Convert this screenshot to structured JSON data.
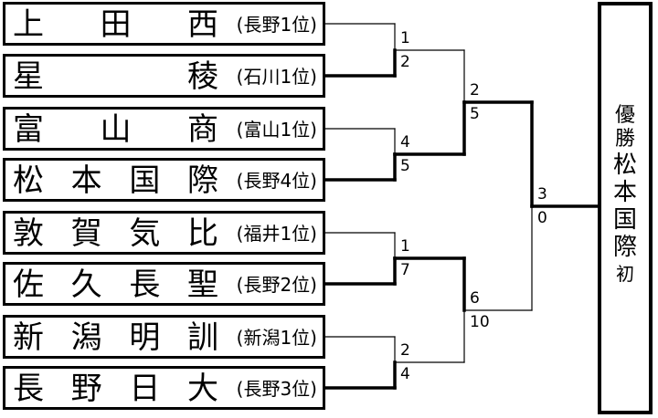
{
  "teams": [
    {
      "name": "上田西",
      "pref": "(長野1位)",
      "glyphs": [
        "上",
        "田",
        "西"
      ]
    },
    {
      "name": "星稜",
      "pref": "(石川1位)",
      "glyphs": [
        "星",
        "稜"
      ]
    },
    {
      "name": "富山商",
      "pref": "(富山1位)",
      "glyphs": [
        "富",
        "山",
        "商"
      ]
    },
    {
      "name": "松本国際",
      "pref": "(長野4位)",
      "glyphs": [
        "松",
        "本",
        "国",
        "際"
      ]
    },
    {
      "name": "敦賀気比",
      "pref": "(福井1位)",
      "glyphs": [
        "敦",
        "賀",
        "気",
        "比"
      ]
    },
    {
      "name": "佐久長聖",
      "pref": "(長野2位)",
      "glyphs": [
        "佐",
        "久",
        "長",
        "聖"
      ]
    },
    {
      "name": "新潟明訓",
      "pref": "(新潟1位)",
      "glyphs": [
        "新",
        "潟",
        "明",
        "訓"
      ]
    },
    {
      "name": "長野日大",
      "pref": "(長野3位)",
      "glyphs": [
        "長",
        "野",
        "日",
        "大"
      ]
    }
  ],
  "round1": [
    {
      "top": "1",
      "bottom": "2",
      "winner": "bottom"
    },
    {
      "top": "4",
      "bottom": "5",
      "winner": "bottom"
    },
    {
      "top": "1",
      "bottom": "7",
      "winner": "bottom"
    },
    {
      "top": "2",
      "bottom": "4",
      "winner": "bottom"
    }
  ],
  "semis": [
    {
      "top": "2",
      "bottom": "5",
      "winner": "bottom"
    },
    {
      "top": "6",
      "bottom": "10",
      "winner": "top"
    }
  ],
  "final": {
    "top": "3",
    "bottom": "0",
    "winner": "top"
  },
  "champion": {
    "label_chars": [
      "優",
      "勝"
    ],
    "name_chars": [
      "松",
      "本",
      "国",
      "際"
    ],
    "note": "初"
  }
}
